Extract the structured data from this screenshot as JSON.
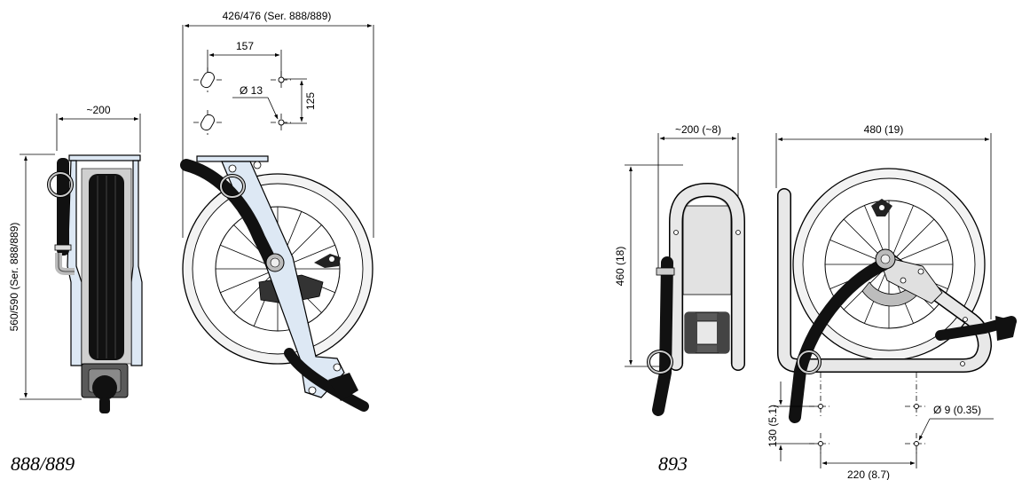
{
  "drawing_888": {
    "caption": "888/889",
    "dim_width_top": "426/476 (Ser. 888/889)",
    "dim_depth": "~200",
    "dim_height": "560/590 (Ser. 888/889)",
    "dim_hole_spacing": "157",
    "dim_hole_diameter": "Ø 13",
    "dim_hole_vertical": "125"
  },
  "drawing_893": {
    "caption": "893",
    "dim_depth": "~200 (~8)",
    "dim_width": "480 (19)",
    "dim_height": "460 (18)",
    "dim_hole_diameter": "Ø 9 (0.35)",
    "dim_hole_vertical": "130 (5.1)",
    "dim_hole_spacing": "220 (8.7)"
  },
  "colors": {
    "frame_blue": "#dde8f4",
    "hose": "#111111",
    "wheel_fill": "#f3f3f3",
    "coupling_gray": "#5a5a5a"
  }
}
